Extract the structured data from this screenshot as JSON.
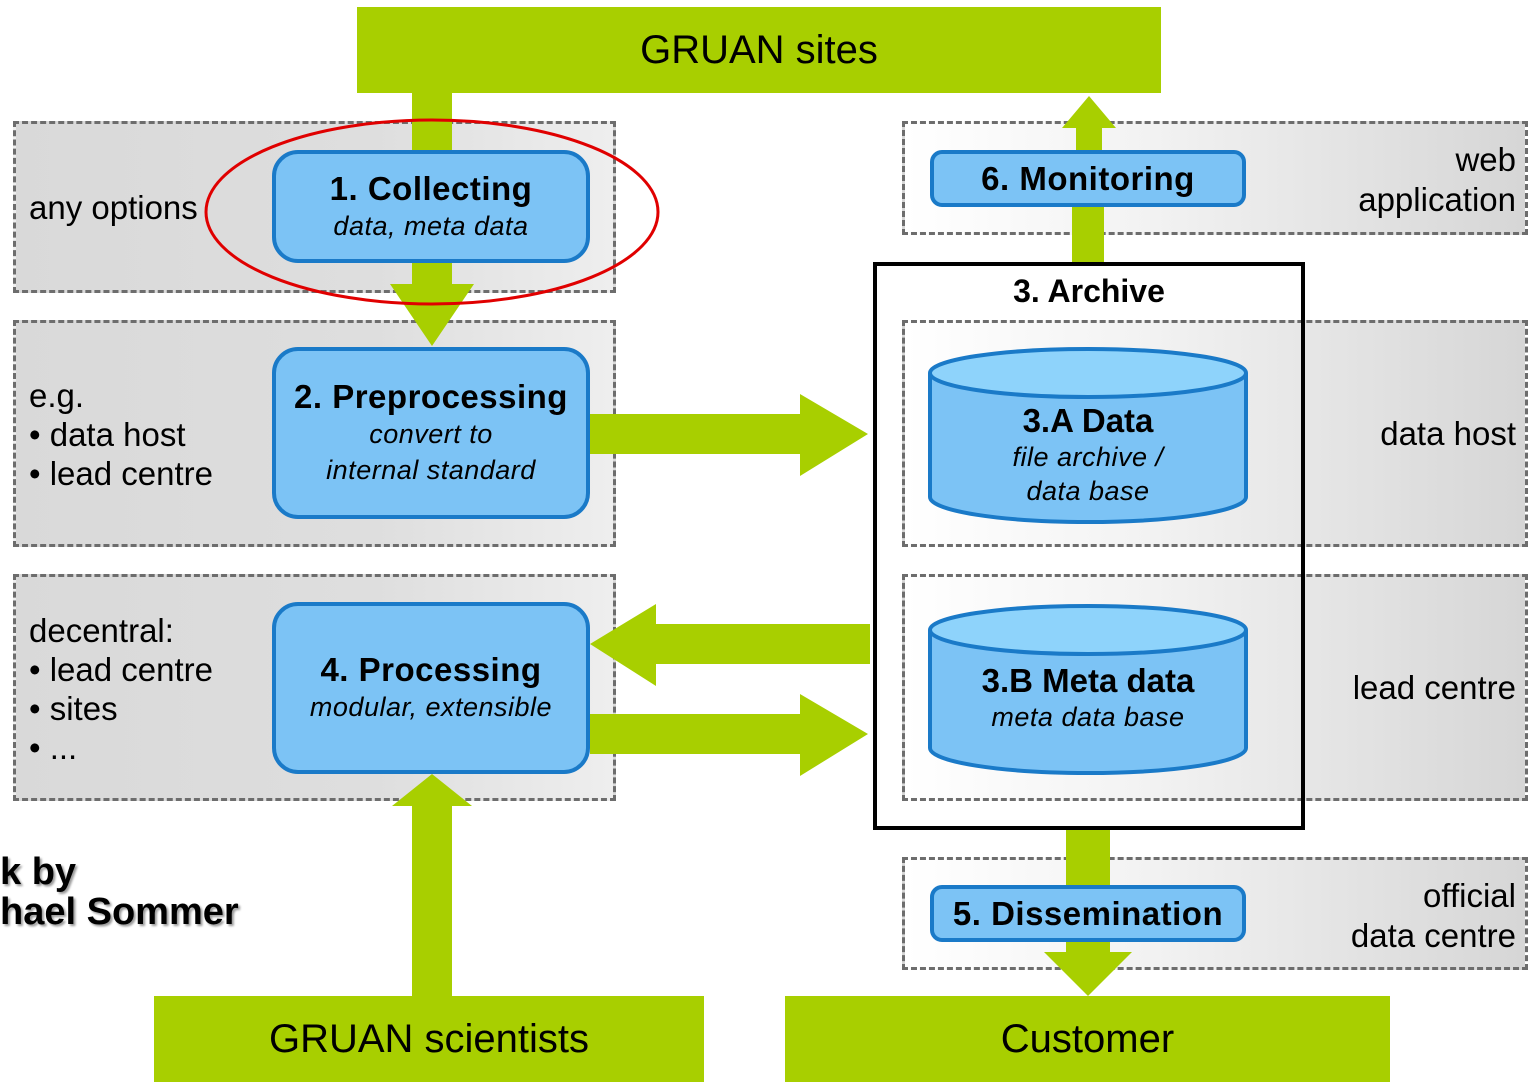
{
  "boxes": {
    "gruan_sites": "GRUAN sites",
    "gruan_scientists": "GRUAN scientists",
    "customer": "Customer"
  },
  "processes": {
    "collecting": {
      "title": "1. Collecting",
      "subtitle": "data, meta data"
    },
    "preprocessing": {
      "title": "2. Preprocessing",
      "subtitle_line1": "convert to",
      "subtitle_line2": "internal standard"
    },
    "processing": {
      "title": "4. Processing",
      "subtitle": "modular, extensible"
    },
    "monitoring": {
      "title": "6. Monitoring"
    },
    "dissemination": {
      "title": "5. Dissemination"
    }
  },
  "archive": {
    "title": "3. Archive",
    "data": {
      "title": "3.A Data",
      "subtitle_line1": "file archive /",
      "subtitle_line2": "data base"
    },
    "meta": {
      "title": "3.B Meta data",
      "subtitle": "meta data base"
    }
  },
  "left_labels": {
    "row1": "any options",
    "row2": "e.g.\n• data host\n• lead centre",
    "row3": "decentral:\n• lead centre\n• sites\n• ..."
  },
  "right_labels": {
    "monitoring": "web\napplication",
    "data": "data host",
    "meta": "lead centre",
    "dissemination": "official\ndata centre"
  },
  "credit": "k by\nhael Sommer",
  "colors": {
    "green": "#a8cf00",
    "blue_fill": "#7cc3f5",
    "blue_border": "#1a7ac8",
    "highlight_ellipse": "#e00000"
  }
}
